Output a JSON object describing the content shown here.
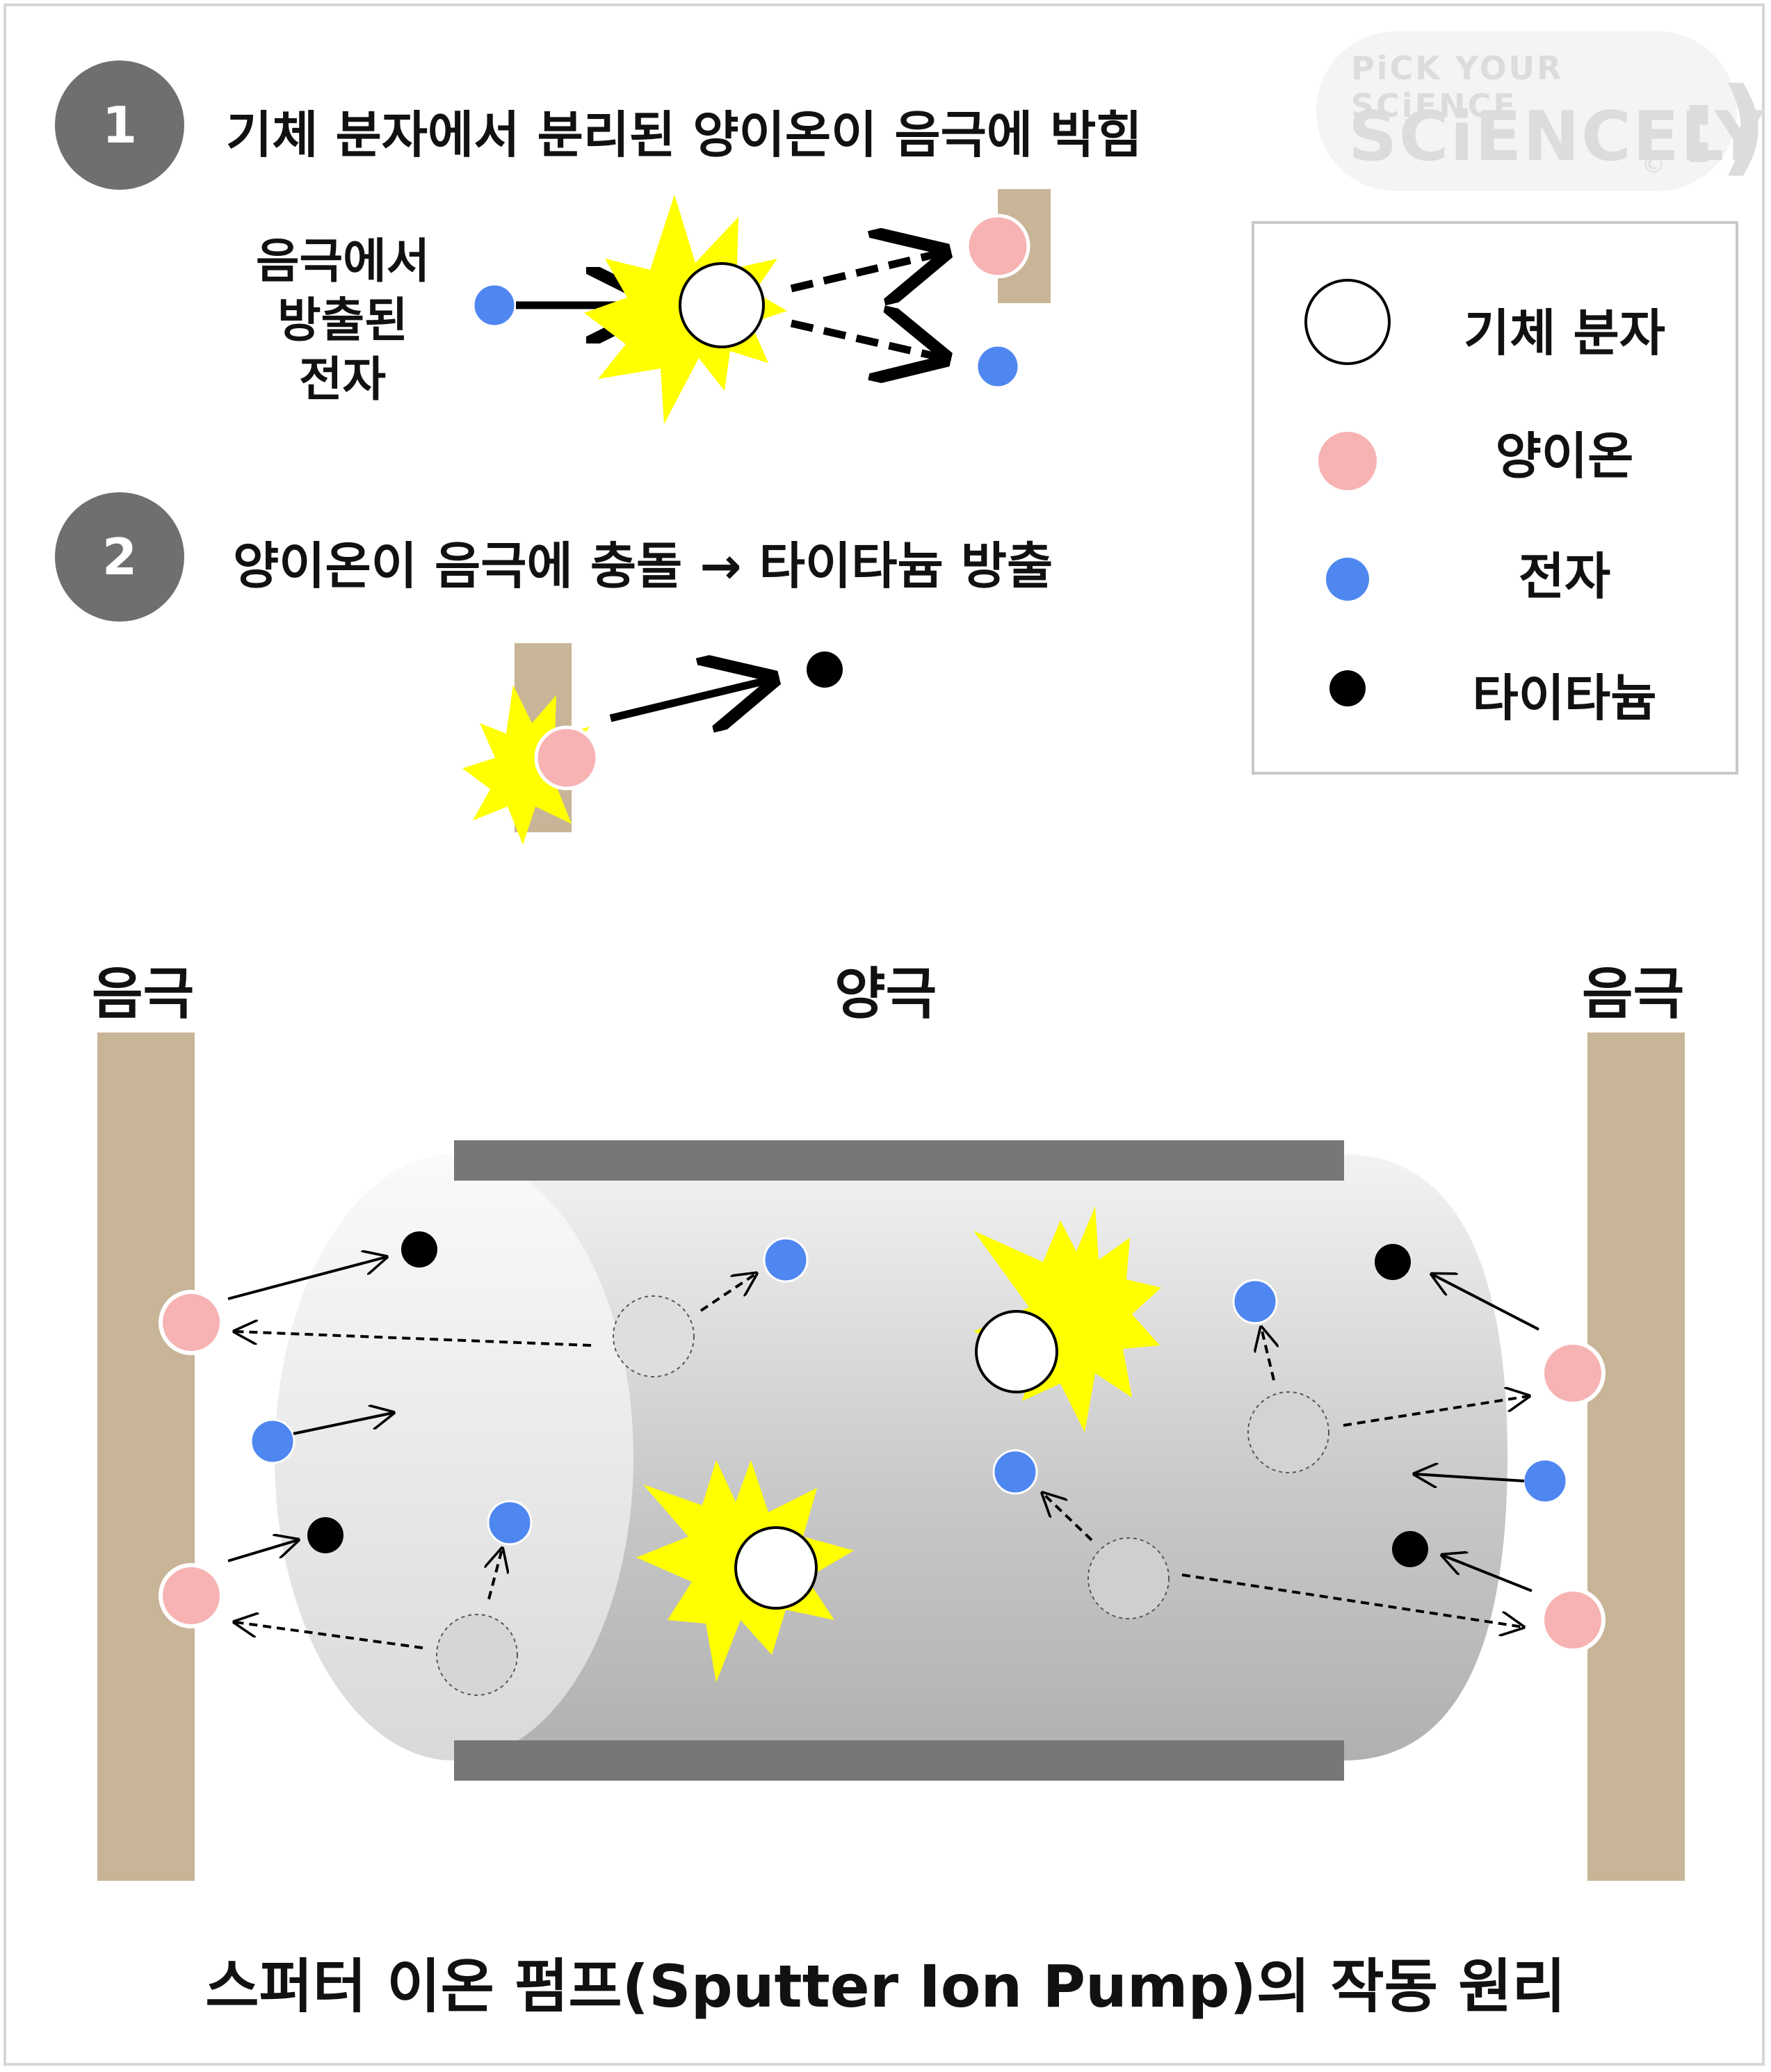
{
  "logo": {
    "tagline": "PiCK YOUR SCiENCE",
    "brand": "SCiENCELY",
    "symbol": ":)",
    "copyright": "©"
  },
  "steps": [
    {
      "number": "1",
      "title": "기체 분자에서 분리된 양이온이 음극에 박힘"
    },
    {
      "number": "2",
      "title": "양이온이 음극에 충돌 → 타이타늄 방출"
    }
  ],
  "step1_label": [
    "음극에서",
    "방출된",
    "전자"
  ],
  "legend": [
    {
      "label": "기체 분자",
      "color": "#ffffff"
    },
    {
      "label": "양이온",
      "color": "#f7b3b3"
    },
    {
      "label": "전자",
      "color": "#4f87f0"
    },
    {
      "label": "타이타늄",
      "color": "#000000"
    }
  ],
  "electrodes": {
    "cathode_left": "음극",
    "anode": "양극",
    "cathode_right": "음극"
  },
  "caption": "스퍼터 이온 펌프(Sputter Ion Pump)의 작동 원리",
  "colors": {
    "cathode": "#c8b597",
    "anode_plate": "#777777",
    "step_badge": "#6f6f6f",
    "flash": "#ffff00",
    "ion": "#f7b3b3",
    "electron": "#4f87f0",
    "titanium": "#000000"
  }
}
